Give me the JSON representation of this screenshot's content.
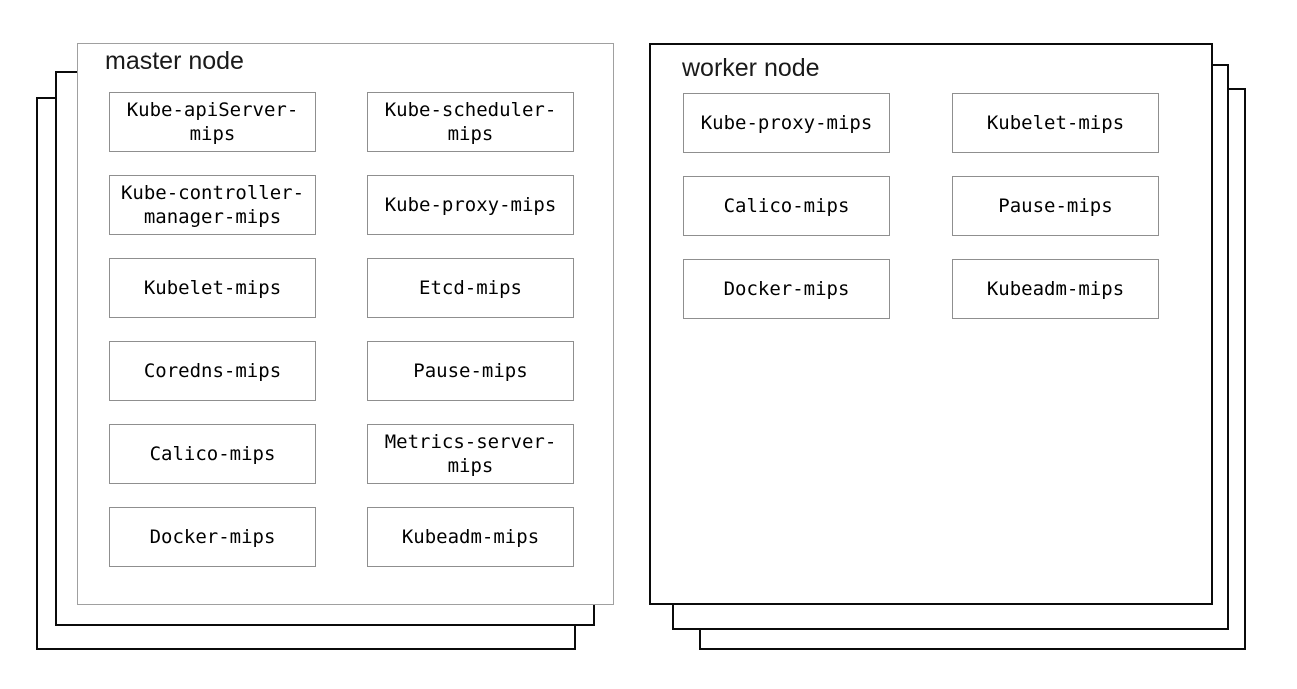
{
  "colors": {
    "background": "#ffffff",
    "stack_border": "#0b0b0b",
    "master_front_border": "#a0a0a0",
    "worker_front_border": "#0b0b0b",
    "component_border": "#8f8f8f",
    "text": "#000000"
  },
  "nodes": [
    {
      "title": "master node",
      "components": [
        {
          "label": "Kube-apiServer-\nmips"
        },
        {
          "label": "Kube-scheduler-\nmips"
        },
        {
          "label": "Kube-controller-\nmanager-mips"
        },
        {
          "label": "Kube-proxy-mips"
        },
        {
          "label": "Kubelet-mips"
        },
        {
          "label": "Etcd-mips"
        },
        {
          "label": "Coredns-mips"
        },
        {
          "label": "Pause-mips"
        },
        {
          "label": "Calico-mips"
        },
        {
          "label": "Metrics-server-\nmips"
        },
        {
          "label": "Docker-mips"
        },
        {
          "label": "Kubeadm-mips"
        }
      ]
    },
    {
      "title": "worker node",
      "components": [
        {
          "label": "Kube-proxy-mips"
        },
        {
          "label": "Kubelet-mips"
        },
        {
          "label": "Calico-mips"
        },
        {
          "label": "Pause-mips"
        },
        {
          "label": "Docker-mips"
        },
        {
          "label": "Kubeadm-mips"
        }
      ]
    }
  ]
}
